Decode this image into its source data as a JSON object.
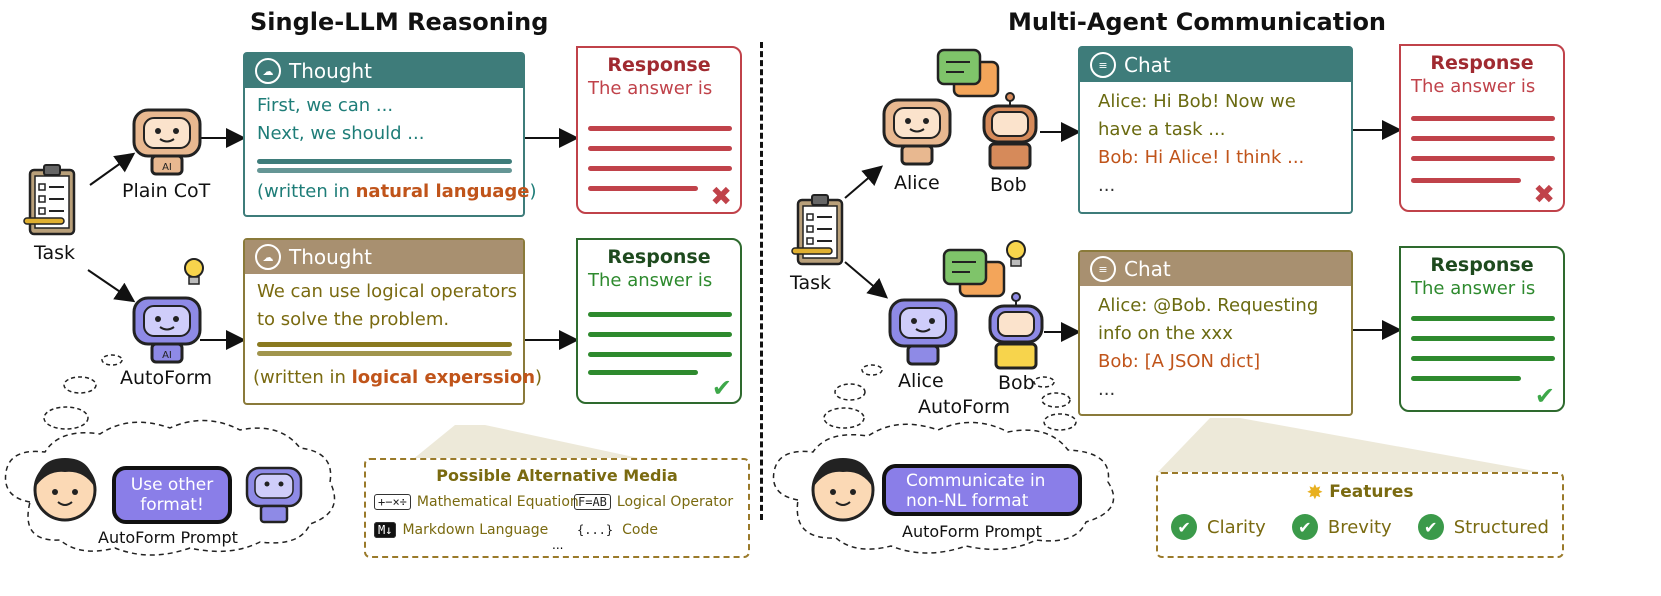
{
  "left": {
    "title": "Single-LLM Reasoning",
    "task_label": "Task",
    "plain_cot_label": "Plain CoT",
    "autoform_label": "AutoForm",
    "thought_header": "Thought",
    "thought_top_lines": [
      "First, we can ...",
      "Next, we should ..."
    ],
    "thought_top_note_prefix": "(written in ",
    "thought_top_note_emph": "natural language",
    "thought_top_note_suffix": ")",
    "thought_bottom_lines": [
      "We can use logical operators",
      "to solve the problem."
    ],
    "thought_bottom_note_prefix": "(written in ",
    "thought_bottom_note_emph": "logical experssion",
    "thought_bottom_note_suffix": ")",
    "response_title": "Response",
    "response_sub": "The answer is",
    "bubble_text": "Use other format!",
    "prompt_label": "AutoForm Prompt",
    "media": {
      "title": "Possible Alternative Media",
      "items": [
        {
          "icon": "+−×÷",
          "label": "Mathematical Equation"
        },
        {
          "icon": "F=AB",
          "label": "Logical Operator"
        },
        {
          "icon": "M↓",
          "label": "Markdown Language"
        },
        {
          "icon": "{...}",
          "label": "Code"
        }
      ],
      "ellipsis": "..."
    }
  },
  "right": {
    "title": "Multi-Agent Communication",
    "task_label": "Task",
    "alice_label": "Alice",
    "bob_label": "Bob",
    "autoform_label": "AutoForm",
    "chat_header": "Chat",
    "chat_top": [
      "Alice: Hi Bob! Now we",
      "have a task ...",
      "Bob: Hi Alice! I think ...",
      "..."
    ],
    "chat_bottom": [
      "Alice: @Bob. Requesting",
      "info on the xxx",
      "Bob: [A JSON dict]",
      "..."
    ],
    "response_title": "Response",
    "response_sub": "The answer is",
    "bubble_text": "Communicate in non-NL format",
    "prompt_label": "AutoForm Prompt",
    "features": {
      "title": "Features",
      "items": [
        "Clarity",
        "Brevity",
        "Structured"
      ]
    }
  },
  "colors": {
    "teal": "#3e7c7a",
    "olive": "#8a7a3a",
    "red": "#c0424a",
    "green": "#2e8a2e",
    "orange": "#c0541a"
  }
}
